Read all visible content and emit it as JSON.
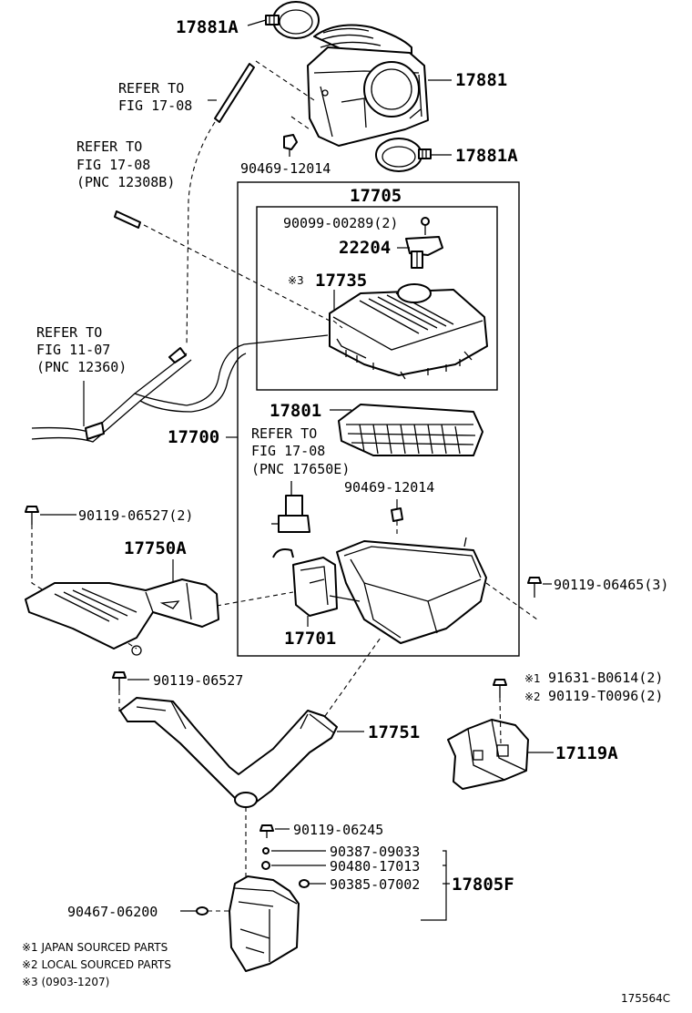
{
  "diagram_id": "175564C",
  "refer_notes": {
    "r1": [
      "REFER TO",
      "FIG 17-08"
    ],
    "r2": [
      "REFER TO",
      "FIG 17-08",
      "(PNC 12308B)"
    ],
    "r3": [
      "REFER TO",
      "FIG 11-07",
      "(PNC 12360)"
    ],
    "r4": [
      "REFER TO",
      "FIG 17-08",
      "(PNC 17650E)"
    ]
  },
  "callouts": {
    "p17881a_top": "17881A",
    "p17881": "17881",
    "p90469_top": "90469-12014",
    "p17881a_bot": "17881A",
    "p17705": "17705",
    "p90099": "90099-00289(2)",
    "p22204": "22204",
    "p17735_mark": "※3",
    "p17735": "17735",
    "p17801": "17801",
    "p17700": "17700",
    "p90469_mid": "90469-12014",
    "p90119_06527_2": "90119-06527(2)",
    "p17750a": "17750A",
    "p90119_06465": "90119-06465(3)",
    "p17701": "17701",
    "p90119_06527": "90119-06527",
    "p91631_mark": "※1",
    "p91631": "91631-B0614(2)",
    "p90119_t0096_mark": "※2",
    "p90119_t0096": "90119-T0096(2)",
    "p17751": "17751",
    "p17119a": "17119A",
    "p90119_06245": "90119-06245",
    "p90387": "90387-09033",
    "p90480": "90480-17013",
    "p90385": "90385-07002",
    "p17805f": "17805F",
    "p90467": "90467-06200"
  },
  "legend": [
    "※1 JAPAN SOURCED PARTS",
    "※2 LOCAL SOURCED PARTS",
    "※3 (0903-1207)"
  ]
}
